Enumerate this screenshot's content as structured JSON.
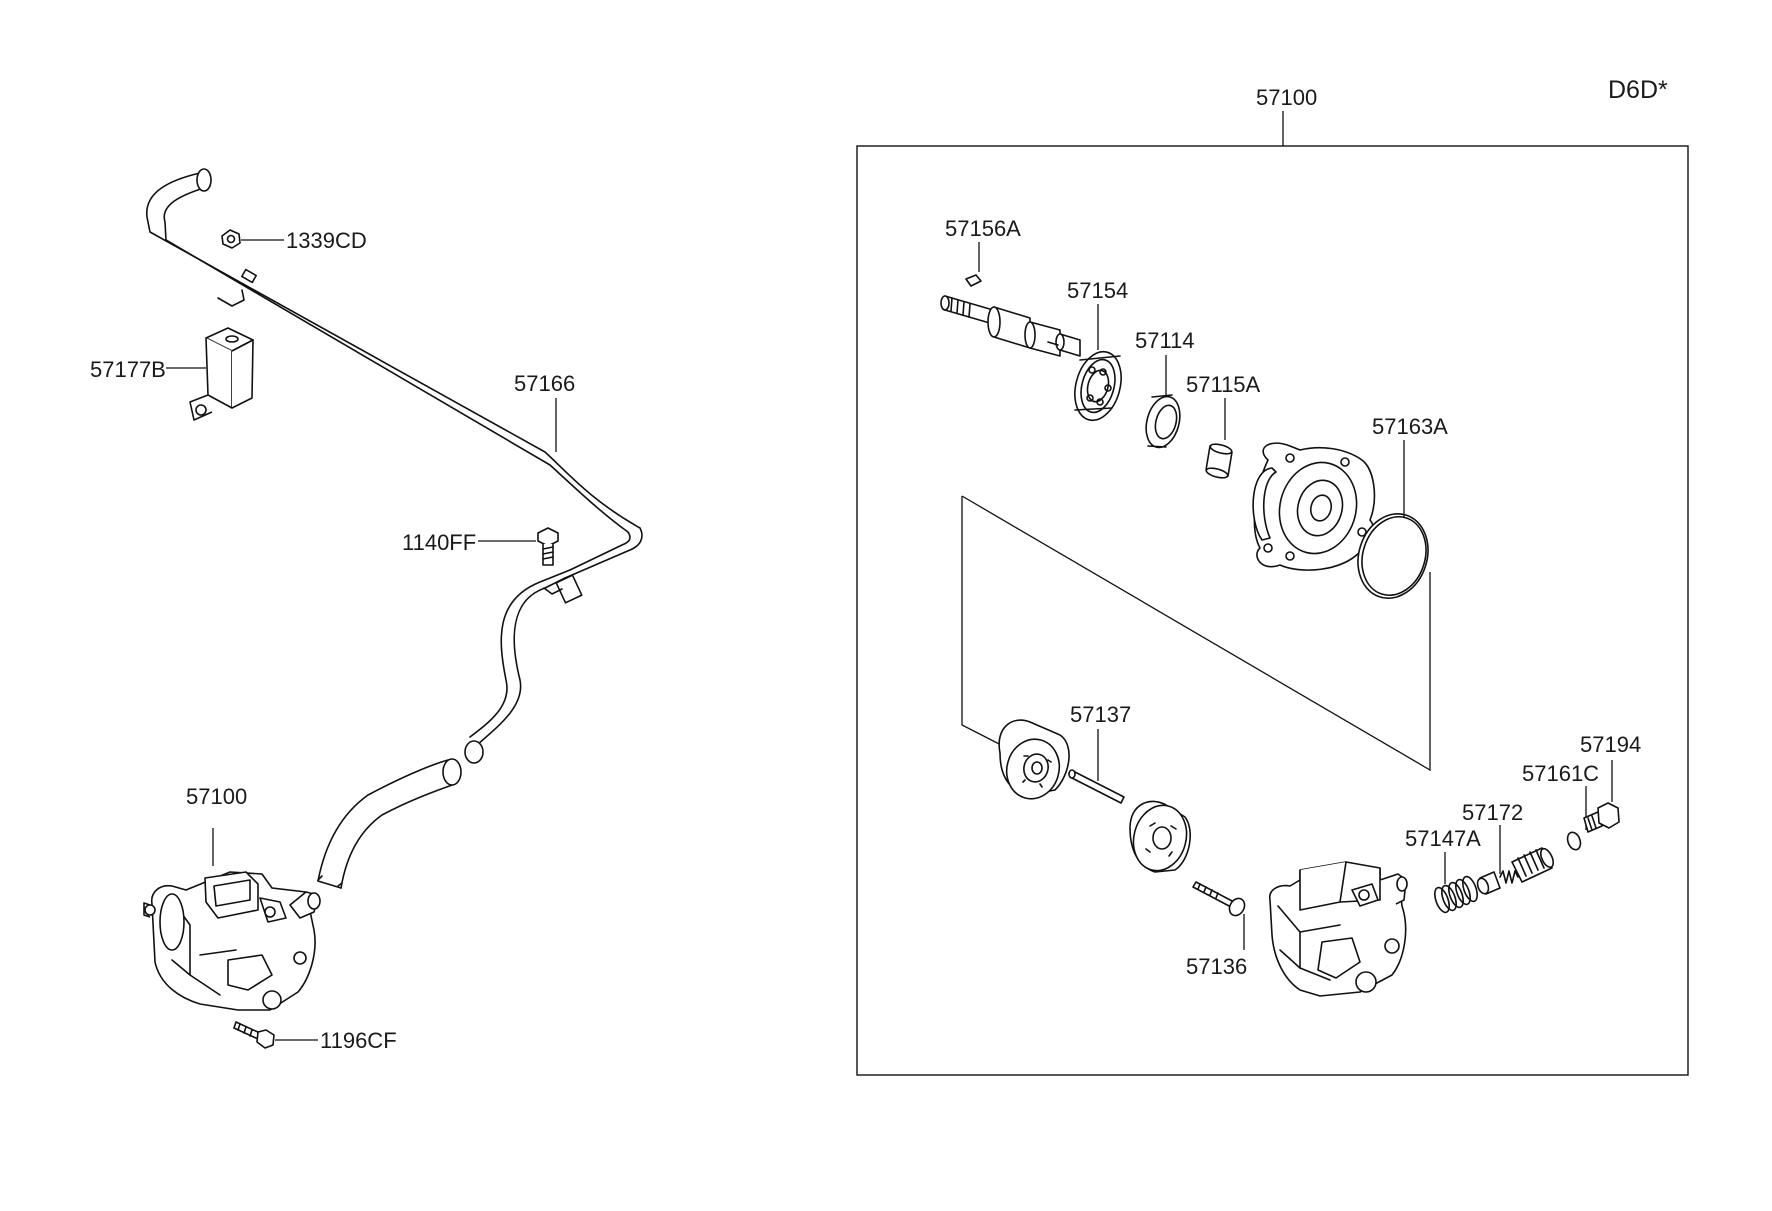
{
  "diagram": {
    "code": "D6D*",
    "assembly_label": "57100",
    "labels": {
      "bolt_1339cd": "1339CD",
      "bracket_57177b": "57177B",
      "hose_57166": "57166",
      "bolt_1140ff": "1140FF",
      "pump_57100_left": "57100",
      "bolt_1196cf": "1196CF",
      "key_57156a": "57156A",
      "bearing_57154": "57154",
      "seal_57114": "57114",
      "bushing_57115a": "57115A",
      "oring_57163a": "57163A",
      "pin_57137": "57137",
      "bolt_57136": "57136",
      "spring_57147a": "57147A",
      "spring_57172": "57172",
      "oring_57161c": "57161C",
      "plug_57194": "57194"
    }
  }
}
